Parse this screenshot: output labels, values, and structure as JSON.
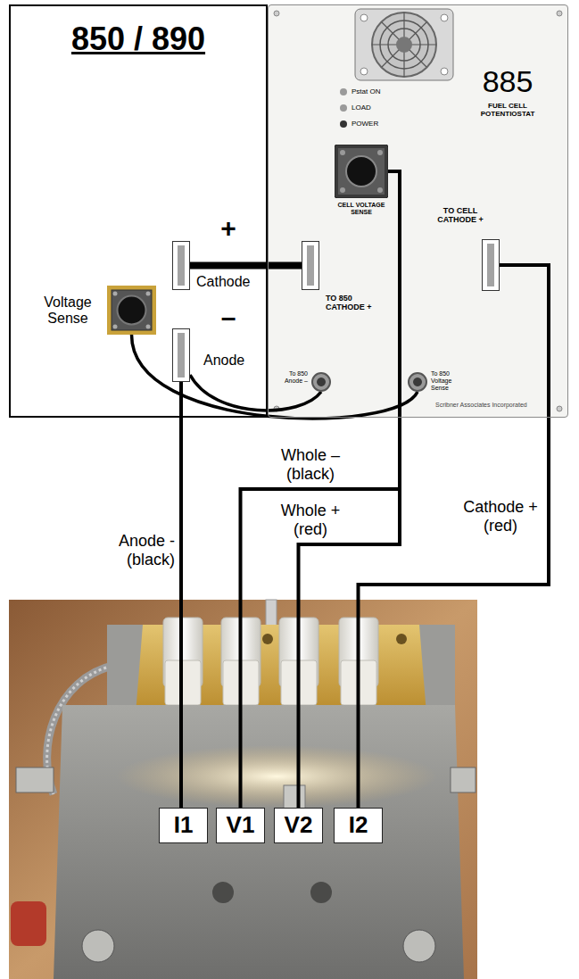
{
  "diagram": {
    "nodes": [
      {
        "text": [
          "850 / 890"
        ]
      },
      {
        "text": [
          "Voltage Sense"
        ],
        "in": 0
      },
      {
        "text": [
          "+",
          "Cathode"
        ],
        "in": 0
      },
      {
        "text": [
          "–",
          "Anode"
        ],
        "in": 0
      },
      {
        "text": [
          "885",
          "FUEL CELL POTENTIOSTAT"
        ]
      },
      {
        "text": [
          "CELL VOLTAGE SENSE"
        ],
        "in": 4
      },
      {
        "text": [
          "TO 850 CATHODE +"
        ],
        "in": 4
      },
      {
        "text": [
          "TO CELL CATHODE +"
        ],
        "in": 4
      },
      {
        "text": [
          "To 850 Anode –"
        ],
        "in": 4
      },
      {
        "text": [
          "To 850 Voltage Sense"
        ],
        "in": 4
      },
      {
        "text": [
          "I1"
        ]
      },
      {
        "text": [
          "V1"
        ]
      },
      {
        "text": [
          "V2"
        ]
      },
      {
        "text": [
          "I2"
        ]
      }
    ],
    "edges": [
      {
        "from": 2,
        "to": 6,
        "arrow": "none"
      },
      {
        "from": 3,
        "to": 10,
        "label": "Anode - (black)",
        "arrow": "none"
      },
      {
        "from": 3,
        "to": 8,
        "arrow": "none"
      },
      {
        "from": 1,
        "to": 9,
        "arrow": "none"
      },
      {
        "from": 5,
        "to": 11,
        "label": "Whole – (black)",
        "arrow": "none"
      },
      {
        "from": 5,
        "to": 12,
        "label": "Whole + (red)",
        "arrow": "none"
      },
      {
        "from": 7,
        "to": 13,
        "label": "Cathode + (red)",
        "arrow": "none"
      }
    ],
    "labels": [
      "Pstat ON",
      "LOAD",
      "POWER",
      "Scribner Associates Incorporated"
    ]
  }
}
